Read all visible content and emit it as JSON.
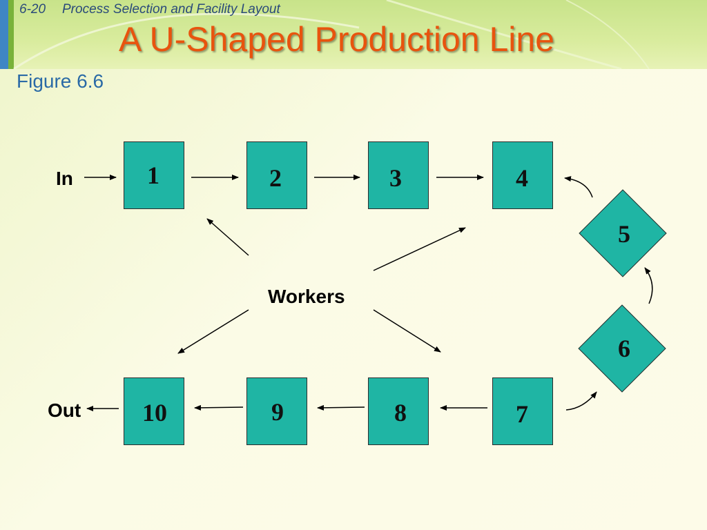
{
  "header": {
    "slide_number": "6-20",
    "subtitle": "Process Selection and Facility Layout",
    "title": "A U-Shaped Production Line"
  },
  "figure_label": "Figure 6.6",
  "diagram": {
    "input_label": "In",
    "output_label": "Out",
    "center_label": "Workers",
    "stations": [
      "1",
      "2",
      "3",
      "4",
      "5",
      "6",
      "7",
      "8",
      "9",
      "10"
    ]
  },
  "colors": {
    "station_fill": "#1fb5a4",
    "title": "#e8540e",
    "figure_label": "#2a6aa6"
  }
}
